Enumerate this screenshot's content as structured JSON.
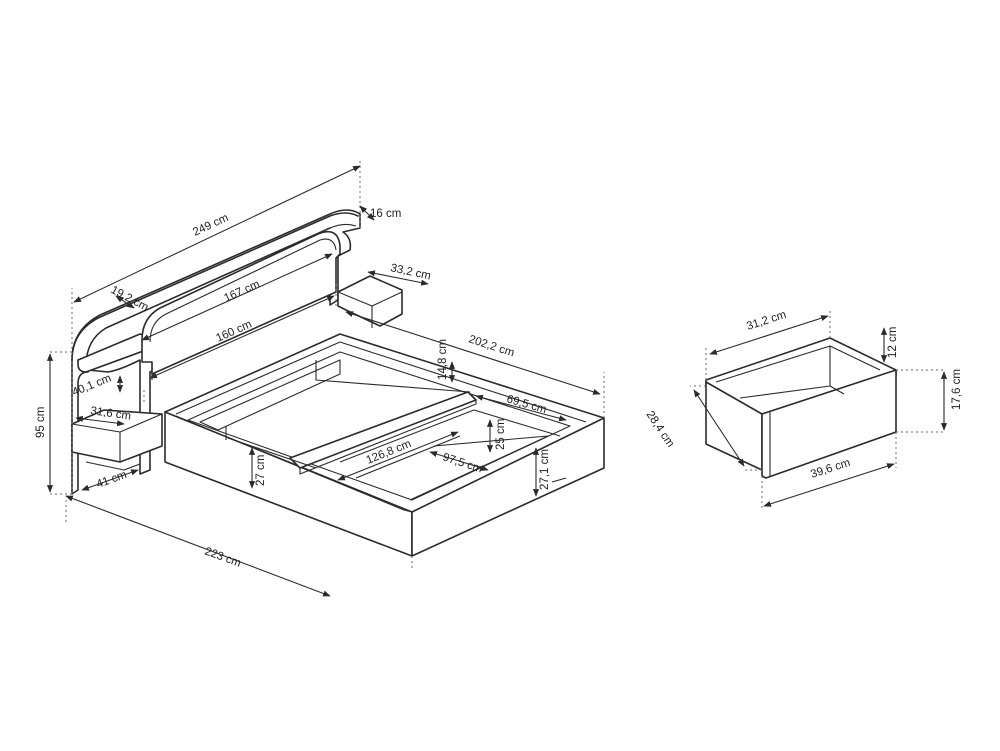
{
  "labels": {
    "width_overall": "249 cm",
    "headboard_depth": "16 cm",
    "shelf_depth": "19,2 cm",
    "nightstand_width": "33,2 cm",
    "headboard_panel_outer": "167 cm",
    "headboard_panel_inner": "160 cm",
    "bed_length": "202,2 cm",
    "slat_recess": "14,8 cm",
    "frame_half_width": "69,5 cm",
    "shelf_height": "40,1 cm",
    "nightstand_height": "31,6 cm",
    "height_overall": "95 cm",
    "nightstand_depth": "41 cm",
    "frame_height": "27 cm",
    "inner_length": "126,8 cm",
    "inner_depth": "25 cm",
    "inner_width": "97,5 cm",
    "side_height": "27,1 cm",
    "depth_overall": "223 cm",
    "drawer_width_top": "31,2 cm",
    "drawer_inner_height": "12 cm",
    "drawer_depth": "28,4 cm",
    "drawer_front_height": "17,6 cm",
    "drawer_front_width": "39,6 cm"
  }
}
